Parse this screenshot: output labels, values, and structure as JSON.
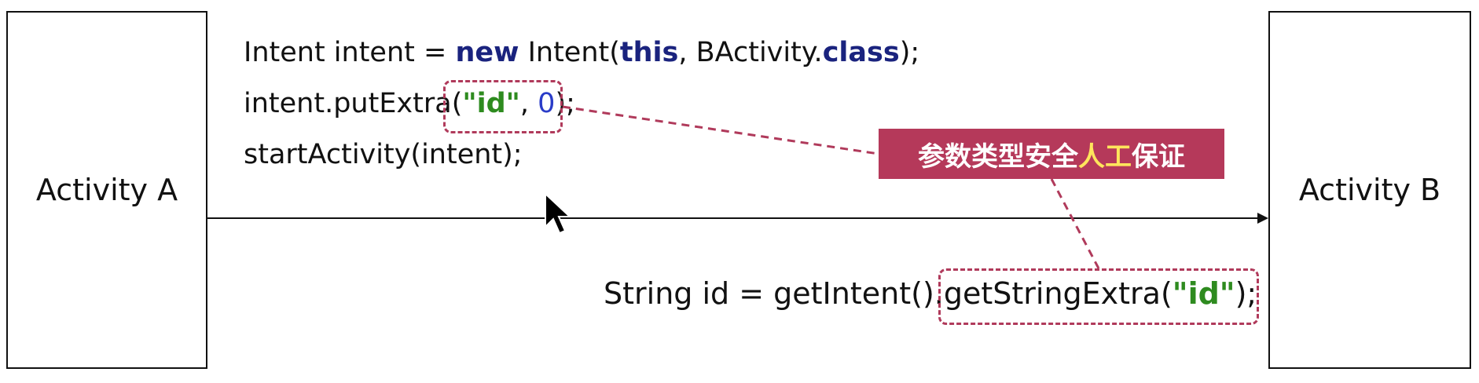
{
  "diagram": {
    "activity_a_label": "Activity A",
    "activity_b_label": "Activity B",
    "sender_code": {
      "line1": {
        "p1": "Intent intent = ",
        "kw_new": "new",
        "p2": " Intent(",
        "kw_this": "this",
        "p3": ", BActivity.",
        "kw_class": "class",
        "p4": ");"
      },
      "line2": {
        "p1": "intent.putExtra(",
        "str_id": "\"id\"",
        "p2": ", ",
        "num_zero": "0",
        "p3": ");"
      },
      "line3": "startActivity(intent);"
    },
    "receiver_code": {
      "p1": "String id = getIntent().getStringExtra(",
      "str_id": "\"id\"",
      "p2": ");"
    },
    "callout": {
      "before": "参数类型安全",
      "highlight": "人工",
      "after": "保证"
    }
  },
  "colors": {
    "accent": "#b5395a",
    "highlight": "#ffe55c",
    "keyword": "#1a237e",
    "string": "#2e8b1f",
    "number": "#2a3cc8"
  },
  "icons": {
    "cursor": "mouse-pointer-icon"
  }
}
